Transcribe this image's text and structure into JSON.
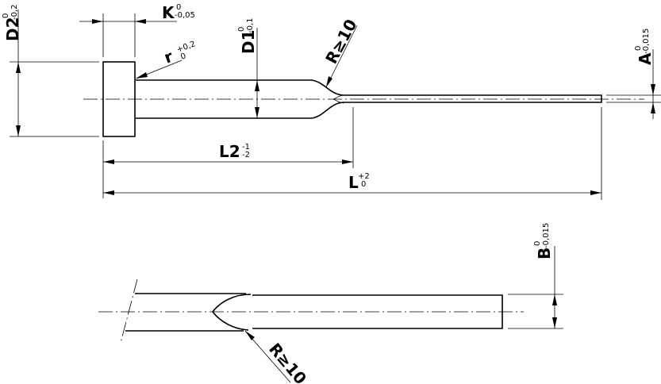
{
  "top_view": {
    "D2": {
      "label": "D2",
      "tol_upper": "0",
      "tol_lower": "-0,2"
    },
    "K": {
      "label": "K",
      "tol_upper": "0",
      "tol_lower": "-0,05"
    },
    "r": {
      "label": "r",
      "tol_upper": "+0,2",
      "tol_lower": "0"
    },
    "D1": {
      "label": "D1",
      "tol_upper": "0",
      "tol_lower": "-0,1"
    },
    "R": {
      "label": "R≥10"
    },
    "A": {
      "label": "A",
      "tol_upper": "0",
      "tol_lower": "-0,015"
    },
    "L2": {
      "label": "L2",
      "tol_upper": "-1",
      "tol_lower": "-2"
    },
    "L": {
      "label": "L",
      "tol_upper": "+2",
      "tol_lower": "0"
    }
  },
  "detail_view": {
    "B": {
      "label": "B",
      "tol_upper": "0",
      "tol_lower": "-0,015"
    },
    "R": {
      "label": "R≥10"
    }
  }
}
